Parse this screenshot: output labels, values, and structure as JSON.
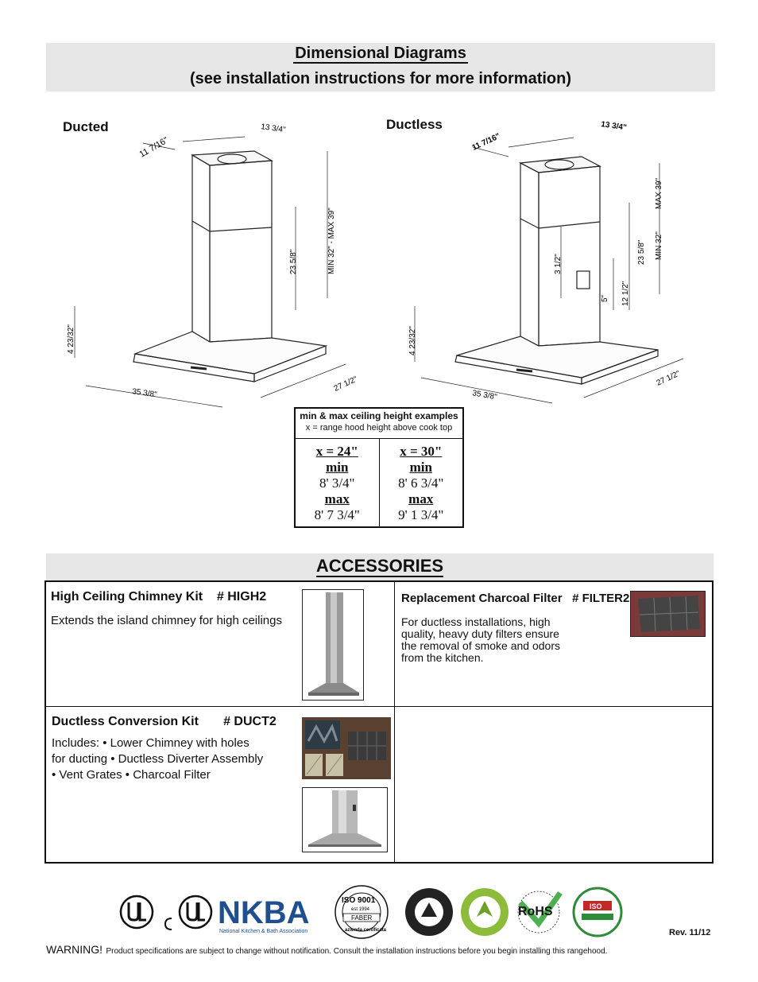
{
  "header": {
    "title": "Dimensional Diagrams",
    "subtitle": "(see installation instructions for more information)"
  },
  "diagrams": {
    "ducted": {
      "label": "Ducted",
      "dims": {
        "depth_top": "11 7/16\"",
        "width_top": "13 3/4\"",
        "height_range": "MIN 32\" - MAX 39\"",
        "chimney": "23 5/8\"",
        "hood_h": "4 23/32\"",
        "width": "35 3/8\"",
        "depth": "27 1/2\""
      }
    },
    "ductless": {
      "label": "Ductless",
      "dims": {
        "depth_top": "11 7/16\"",
        "width_top": "13 3/4\"",
        "max": "MAX 39\"",
        "min": "MIN 32\"",
        "chimney": "23 5/8\"",
        "lower": "12 1/2\"",
        "slot": "3 1/2\"",
        "grate": "5\"",
        "hood_h": "4 23/32\"",
        "width": "35 3/8\"",
        "depth": "27 1/2\""
      }
    }
  },
  "examples": {
    "title": "min & max ceiling height examples",
    "note": "x = range hood height above cook top",
    "cols": [
      {
        "x": "x = 24\"",
        "min_label": "min",
        "min": "8' 3/4\"",
        "max_label": "max",
        "max": "8' 7 3/4\""
      },
      {
        "x": "x = 30\"",
        "min_label": "min",
        "min": "8' 6 3/4\"",
        "max_label": "max",
        "max": "9' 1 3/4\""
      }
    ]
  },
  "accessories": {
    "title": "ACCESSORIES",
    "items": [
      {
        "name": "High Ceiling Chimney Kit",
        "code": "# HIGH2",
        "desc": "Extends the island chimney for high ceilings"
      },
      {
        "name": "Replacement Charcoal Filter",
        "code": "# FILTER2",
        "desc": "For ductless installations, high quality, heavy duty filters ensure the removal of smoke and odors from the kitchen."
      },
      {
        "name": "Ductless Conversion Kit",
        "code": "# DUCT2",
        "desc1": "Includes: • Lower Chimney with holes",
        "desc2": "for ducting • Ductless Diverter Assembly",
        "desc3": "• Vent Grates  • Charcoal Filter"
      }
    ]
  },
  "logos": {
    "nkba": "NKBA",
    "nkba_sub": "National Kitchen & Bath Association",
    "iso": "ISO 9001",
    "iso_est": "est 1994",
    "faber": "FABER",
    "iso_cert": "azienda certificata",
    "rohs": "RoHS",
    "iso14001": "ISO"
  },
  "footer": {
    "rev": "Rev. 11/12",
    "warning_label": "WARNING!",
    "warning_text": "Product specifications are subject to change without notification.  Consult the installation instructions before you begin installing this rangehood."
  }
}
